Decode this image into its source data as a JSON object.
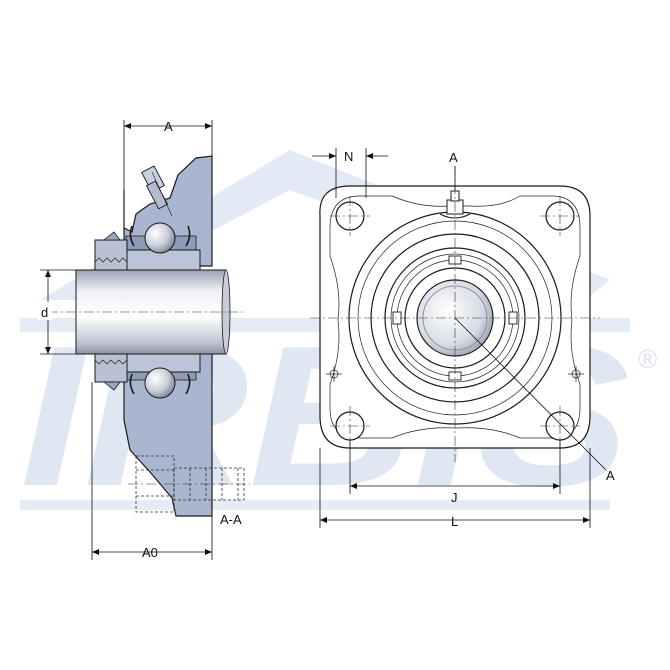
{
  "watermark": {
    "text": "IRBIS",
    "registered": "®"
  },
  "labels": {
    "A_top_side": "A",
    "d": "d",
    "A0": "A0",
    "section": "A-A",
    "N": "N",
    "A_top_front": "A",
    "A_diag": "A",
    "J": "J",
    "L": "L"
  },
  "colors": {
    "housing": "#a9b6cf",
    "housing_dark": "#8d9bb7",
    "shaft": "#d9dde6",
    "watermark": "#dde6f3"
  }
}
